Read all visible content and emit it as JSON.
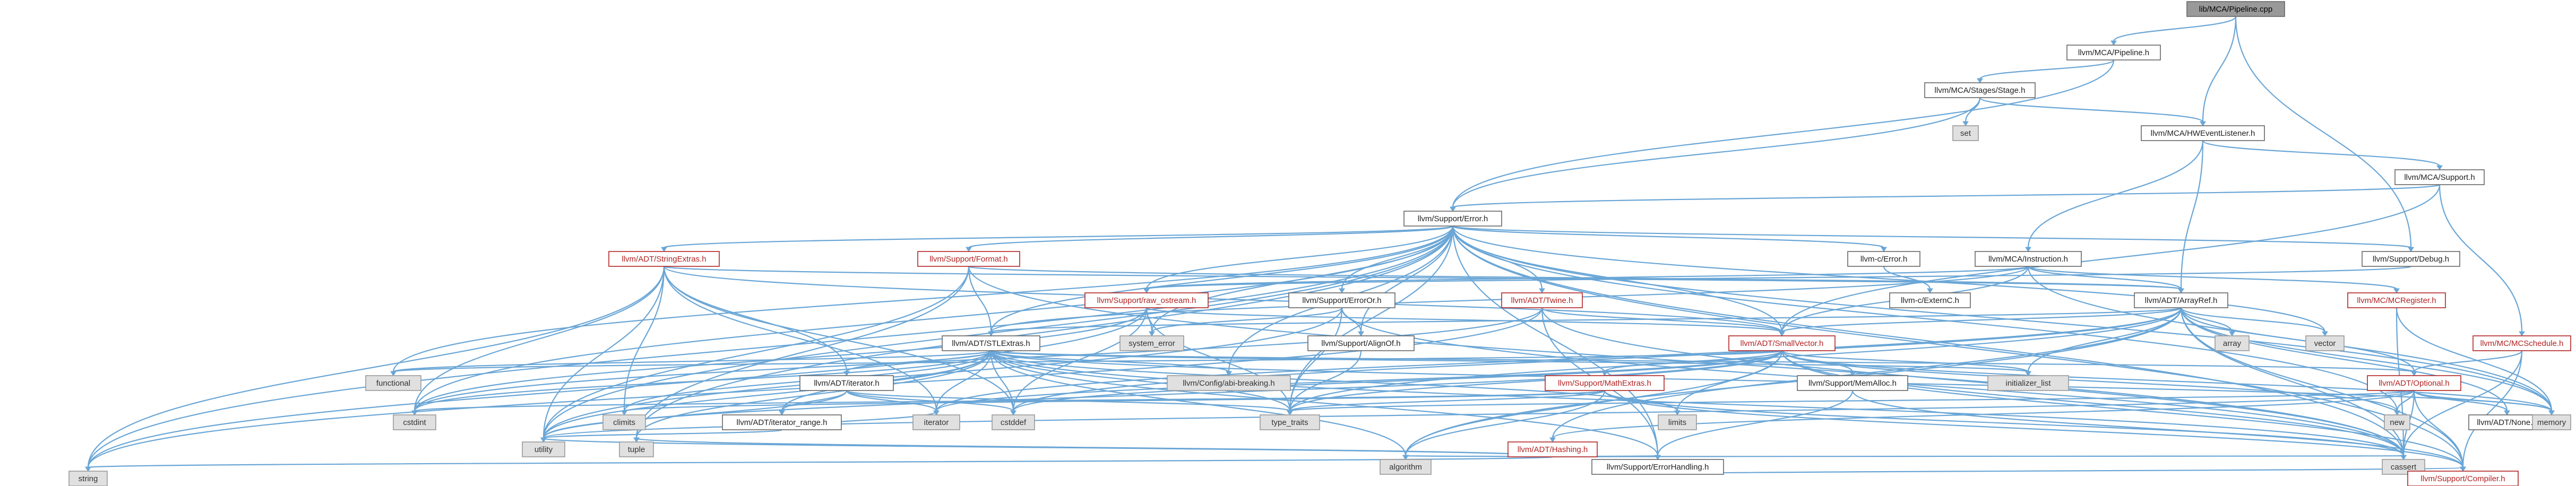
{
  "colors": {
    "edge": "#6aa6d6",
    "node_border": "#666666",
    "red_node_border": "#b22222",
    "system_node_fill": "#e0e0e0",
    "root_node_fill": "#999999"
  },
  "nodes": [
    {
      "id": "root",
      "label": "lib/MCA/Pipeline.cpp",
      "kind": "root"
    },
    {
      "id": "pipeline_h",
      "label": "llvm/MCA/Pipeline.h",
      "kind": "plain"
    },
    {
      "id": "stage_h",
      "label": "llvm/MCA/Stages/Stage.h",
      "kind": "plain"
    },
    {
      "id": "set",
      "label": "set",
      "kind": "sys"
    },
    {
      "id": "hwevent_h",
      "label": "llvm/MCA/HWEventListener.h",
      "kind": "plain"
    },
    {
      "id": "support_h",
      "label": "llvm/MCA/Support.h",
      "kind": "plain"
    },
    {
      "id": "error_h",
      "label": "llvm/Support/Error.h",
      "kind": "plain"
    },
    {
      "id": "stringextras_h",
      "label": "llvm/ADT/StringExtras.h",
      "kind": "red"
    },
    {
      "id": "format_h",
      "label": "llvm/Support/Format.h",
      "kind": "red"
    },
    {
      "id": "raw_ostream_h",
      "label": "llvm/Support/raw_ostream.h",
      "kind": "red"
    },
    {
      "id": "erroror_h",
      "label": "llvm/Support/ErrorOr.h",
      "kind": "plain"
    },
    {
      "id": "twine_h",
      "label": "llvm/ADT/Twine.h",
      "kind": "red"
    },
    {
      "id": "c_error_h",
      "label": "llvm-c/Error.h",
      "kind": "plain"
    },
    {
      "id": "c_externc_h",
      "label": "llvm-c/ExternC.h",
      "kind": "plain"
    },
    {
      "id": "instruction_h",
      "label": "llvm/MCA/Instruction.h",
      "kind": "plain"
    },
    {
      "id": "arrayref_h",
      "label": "llvm/ADT/ArrayRef.h",
      "kind": "plain"
    },
    {
      "id": "mcregister_h",
      "label": "llvm/MC/MCRegister.h",
      "kind": "red"
    },
    {
      "id": "mcschedule_h",
      "label": "llvm/MC/MCSchedule.h",
      "kind": "red"
    },
    {
      "id": "debug_h",
      "label": "llvm/Support/Debug.h",
      "kind": "plain"
    },
    {
      "id": "stlextras_h",
      "label": "llvm/ADT/STLExtras.h",
      "kind": "plain"
    },
    {
      "id": "system_error",
      "label": "system_error",
      "kind": "sys"
    },
    {
      "id": "alignof_h",
      "label": "llvm/Support/AlignOf.h",
      "kind": "plain"
    },
    {
      "id": "abi_breaking_h",
      "label": "llvm/Config/abi-breaking.h",
      "kind": "sys"
    },
    {
      "id": "smallvector_h",
      "label": "llvm/ADT/SmallVector.h",
      "kind": "red"
    },
    {
      "id": "array",
      "label": "array",
      "kind": "sys"
    },
    {
      "id": "vector",
      "label": "vector",
      "kind": "sys"
    },
    {
      "id": "functional",
      "label": "functional",
      "kind": "sys"
    },
    {
      "id": "iterator_h",
      "label": "llvm/ADT/iterator.h",
      "kind": "plain"
    },
    {
      "id": "mathextras_h",
      "label": "llvm/Support/MathExtras.h",
      "kind": "red"
    },
    {
      "id": "memalloc_h",
      "label": "llvm/Support/MemAlloc.h",
      "kind": "plain"
    },
    {
      "id": "initializer_list",
      "label": "initializer_list",
      "kind": "sys"
    },
    {
      "id": "optional_h",
      "label": "llvm/ADT/Optional.h",
      "kind": "red"
    },
    {
      "id": "cstdint",
      "label": "cstdint",
      "kind": "sys"
    },
    {
      "id": "climits",
      "label": "climits",
      "kind": "sys"
    },
    {
      "id": "iterator_range_h",
      "label": "llvm/ADT/iterator_range.h",
      "kind": "plain"
    },
    {
      "id": "iterator",
      "label": "iterator",
      "kind": "sys"
    },
    {
      "id": "cstddef",
      "label": "cstddef",
      "kind": "sys"
    },
    {
      "id": "type_traits",
      "label": "type_traits",
      "kind": "sys"
    },
    {
      "id": "limits",
      "label": "limits",
      "kind": "sys"
    },
    {
      "id": "new",
      "label": "new",
      "kind": "sys"
    },
    {
      "id": "none_h",
      "label": "llvm/ADT/None.h",
      "kind": "plain"
    },
    {
      "id": "memory",
      "label": "memory",
      "kind": "sys"
    },
    {
      "id": "hashing_h",
      "label": "llvm/ADT/Hashing.h",
      "kind": "red"
    },
    {
      "id": "utility",
      "label": "utility",
      "kind": "sys"
    },
    {
      "id": "tuple",
      "label": "tuple",
      "kind": "sys"
    },
    {
      "id": "algorithm",
      "label": "algorithm",
      "kind": "sys"
    },
    {
      "id": "cassert",
      "label": "cassert",
      "kind": "sys"
    },
    {
      "id": "errorhandling_h",
      "label": "llvm/Support/ErrorHandling.h",
      "kind": "plain"
    },
    {
      "id": "string",
      "label": "string",
      "kind": "sys"
    },
    {
      "id": "compiler_h",
      "label": "llvm/Support/Compiler.h",
      "kind": "red"
    }
  ],
  "edges": [
    [
      "root",
      "pipeline_h"
    ],
    [
      "root",
      "hwevent_h"
    ],
    [
      "root",
      "debug_h"
    ],
    [
      "pipeline_h",
      "stage_h"
    ],
    [
      "pipeline_h",
      "error_h"
    ],
    [
      "stage_h",
      "set"
    ],
    [
      "stage_h",
      "hwevent_h"
    ],
    [
      "stage_h",
      "error_h"
    ],
    [
      "hwevent_h",
      "instruction_h"
    ],
    [
      "hwevent_h",
      "support_h"
    ],
    [
      "hwevent_h",
      "arrayref_h"
    ],
    [
      "support_h",
      "error_h"
    ],
    [
      "support_h",
      "mcschedule_h"
    ],
    [
      "support_h",
      "smallvector_h"
    ],
    [
      "error_h",
      "c_error_h"
    ],
    [
      "error_h",
      "stringextras_h"
    ],
    [
      "error_h",
      "format_h"
    ],
    [
      "error_h",
      "raw_ostream_h"
    ],
    [
      "error_h",
      "erroror_h"
    ],
    [
      "error_h",
      "twine_h"
    ],
    [
      "error_h",
      "stlextras_h"
    ],
    [
      "error_h",
      "system_error"
    ],
    [
      "error_h",
      "alignof_h"
    ],
    [
      "error_h",
      "abi_breaking_h"
    ],
    [
      "error_h",
      "smallvector_h"
    ],
    [
      "error_h",
      "debug_h"
    ],
    [
      "error_h",
      "vector"
    ],
    [
      "error_h",
      "functional"
    ],
    [
      "error_h",
      "cstdint"
    ],
    [
      "error_h",
      "type_traits"
    ],
    [
      "error_h",
      "memory"
    ],
    [
      "error_h",
      "cassert"
    ],
    [
      "error_h",
      "utility"
    ],
    [
      "error_h",
      "string"
    ],
    [
      "error_h",
      "errorhandling_h"
    ],
    [
      "error_h",
      "compiler_h"
    ],
    [
      "error_h",
      "new"
    ],
    [
      "error_h",
      "tuple"
    ],
    [
      "c_error_h",
      "c_externc_h"
    ],
    [
      "stringextras_h",
      "arrayref_h"
    ],
    [
      "stringextras_h",
      "smallvector_h"
    ],
    [
      "stringextras_h",
      "iterator_h"
    ],
    [
      "stringextras_h",
      "cstdint"
    ],
    [
      "stringextras_h",
      "cstddef"
    ],
    [
      "stringextras_h",
      "string"
    ],
    [
      "stringextras_h",
      "utility"
    ],
    [
      "stringextras_h",
      "climits"
    ],
    [
      "stringextras_h",
      "iterator"
    ],
    [
      "format_h",
      "arrayref_h"
    ],
    [
      "format_h",
      "stlextras_h"
    ],
    [
      "format_h",
      "cassert"
    ],
    [
      "format_h",
      "tuple"
    ],
    [
      "format_h",
      "utility"
    ],
    [
      "raw_ostream_h",
      "system_error"
    ],
    [
      "raw_ostream_h",
      "cstdint"
    ],
    [
      "raw_ostream_h",
      "cstddef"
    ],
    [
      "raw_ostream_h",
      "string"
    ],
    [
      "raw_ostream_h",
      "type_traits"
    ],
    [
      "raw_ostream_h",
      "smallvector_h"
    ],
    [
      "erroror_h",
      "alignof_h"
    ],
    [
      "erroror_h",
      "system_error"
    ],
    [
      "erroror_h",
      "type_traits"
    ],
    [
      "erroror_h",
      "utility"
    ],
    [
      "erroror_h",
      "cassert"
    ],
    [
      "twine_h",
      "smallvector_h"
    ],
    [
      "twine_h",
      "errorhandling_h"
    ],
    [
      "twine_h",
      "cassert"
    ],
    [
      "twine_h",
      "cstdint"
    ],
    [
      "twine_h",
      "string"
    ],
    [
      "instruction_h",
      "arrayref_h"
    ],
    [
      "instruction_h",
      "smallvector_h"
    ],
    [
      "instruction_h",
      "mcregister_h"
    ],
    [
      "instruction_h",
      "stlextras_h"
    ],
    [
      "instruction_h",
      "memory"
    ],
    [
      "instruction_h",
      "raw_ostream_h"
    ],
    [
      "arrayref_h",
      "hashing_h"
    ],
    [
      "arrayref_h",
      "none_h"
    ],
    [
      "arrayref_h",
      "smallvector_h"
    ],
    [
      "arrayref_h",
      "stlextras_h"
    ],
    [
      "arrayref_h",
      "compiler_h"
    ],
    [
      "arrayref_h",
      "algorithm"
    ],
    [
      "arrayref_h",
      "array"
    ],
    [
      "arrayref_h",
      "cassert"
    ],
    [
      "arrayref_h",
      "cstddef"
    ],
    [
      "arrayref_h",
      "initializer_list"
    ],
    [
      "arrayref_h",
      "iterator"
    ],
    [
      "arrayref_h",
      "memory"
    ],
    [
      "arrayref_h",
      "type_traits"
    ],
    [
      "arrayref_h",
      "vector"
    ],
    [
      "arrayref_h",
      "optional_h"
    ],
    [
      "mcregister_h",
      "cassert"
    ],
    [
      "mcregister_h",
      "memory"
    ],
    [
      "mcschedule_h",
      "optional_h"
    ],
    [
      "mcschedule_h",
      "cassert"
    ],
    [
      "mcschedule_h",
      "compiler_h"
    ],
    [
      "stlextras_h",
      "iterator_h"
    ],
    [
      "stlextras_h",
      "iterator_range_h"
    ],
    [
      "stlextras_h",
      "optional_h"
    ],
    [
      "stlextras_h",
      "abi_breaking_h"
    ],
    [
      "stlextras_h",
      "errorhandling_h"
    ],
    [
      "stlextras_h",
      "algorithm"
    ],
    [
      "stlextras_h",
      "cassert"
    ],
    [
      "stlextras_h",
      "cstddef"
    ],
    [
      "stlextras_h",
      "cstdint"
    ],
    [
      "stlextras_h",
      "functional"
    ],
    [
      "stlextras_h",
      "initializer_list"
    ],
    [
      "stlextras_h",
      "iterator"
    ],
    [
      "stlextras_h",
      "limits"
    ],
    [
      "stlextras_h",
      "memory"
    ],
    [
      "stlextras_h",
      "tuple"
    ],
    [
      "stlextras_h",
      "type_traits"
    ],
    [
      "stlextras_h",
      "utility"
    ],
    [
      "stlextras_h",
      "climits"
    ],
    [
      "alignof_h",
      "type_traits"
    ],
    [
      "smallvector_h",
      "mathextras_h"
    ],
    [
      "smallvector_h",
      "memalloc_h"
    ],
    [
      "smallvector_h",
      "compiler_h"
    ],
    [
      "smallvector_h",
      "algorithm"
    ],
    [
      "smallvector_h",
      "cassert"
    ],
    [
      "smallvector_h",
      "cstddef"
    ],
    [
      "smallvector_h",
      "cstdlib"
    ],
    [
      "smallvector_h",
      "cstring_placeholder"
    ],
    [
      "smallvector_h",
      "initializer_list"
    ],
    [
      "smallvector_h",
      "iterator"
    ],
    [
      "smallvector_h",
      "limits"
    ],
    [
      "smallvector_h",
      "memory"
    ],
    [
      "smallvector_h",
      "new"
    ],
    [
      "smallvector_h",
      "type_traits"
    ],
    [
      "smallvector_h",
      "utility"
    ],
    [
      "smallvector_h",
      "functional"
    ],
    [
      "iterator_h",
      "iterator_range_h"
    ],
    [
      "iterator_h",
      "cstddef"
    ],
    [
      "iterator_h",
      "iterator"
    ],
    [
      "iterator_h",
      "type_traits"
    ],
    [
      "iterator_h",
      "utility"
    ],
    [
      "iterator_range_h",
      "utility"
    ],
    [
      "iterator_range_h",
      "iterator"
    ],
    [
      "mathextras_h",
      "compiler_h"
    ],
    [
      "mathextras_h",
      "cassert"
    ],
    [
      "mathextras_h",
      "climits"
    ],
    [
      "mathextras_h",
      "cstdint"
    ],
    [
      "mathextras_h",
      "algorithm"
    ],
    [
      "mathextras_h",
      "limits"
    ],
    [
      "mathextras_h",
      "type_traits"
    ],
    [
      "mathextras_h",
      "cstring_placeholder"
    ],
    [
      "memalloc_h",
      "compiler_h"
    ],
    [
      "memalloc_h",
      "errorhandling_h"
    ],
    [
      "memalloc_h",
      "cstdlib"
    ],
    [
      "optional_h",
      "hashing_h"
    ],
    [
      "optional_h",
      "none_h"
    ],
    [
      "optional_h",
      "compiler_h"
    ],
    [
      "optional_h",
      "cassert"
    ],
    [
      "optional_h",
      "memory"
    ],
    [
      "optional_h",
      "new"
    ],
    [
      "optional_h",
      "utility"
    ],
    [
      "optional_h",
      "type_traits"
    ],
    [
      "hashing_h",
      "errorhandling_h"
    ],
    [
      "hashing_h",
      "algorithm"
    ],
    [
      "hashing_h",
      "cassert"
    ],
    [
      "hashing_h",
      "cstring_placeholder"
    ],
    [
      "hashing_h",
      "string"
    ],
    [
      "hashing_h",
      "tuple"
    ],
    [
      "hashing_h",
      "utility"
    ],
    [
      "errorhandling_h",
      "compiler_h"
    ],
    [
      "debug_h",
      "raw_ostream_h"
    ]
  ]
}
